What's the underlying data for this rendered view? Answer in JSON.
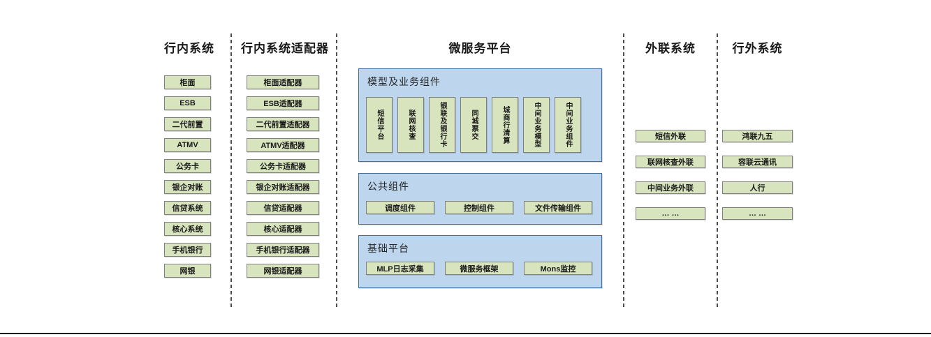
{
  "diagram": {
    "columns": [
      {
        "id": "internal-systems",
        "title": "行内系统",
        "items": [
          "柜面",
          "ESB",
          "二代前置",
          "ATMV",
          "公务卡",
          "银企对账",
          "信贷系统",
          "核心系统",
          "手机银行",
          "网银"
        ]
      },
      {
        "id": "internal-system-adapters",
        "title": "行内系统适配器",
        "items": [
          "柜面适配器",
          "ESB适配器",
          "二代前置适配器",
          "ATMV适配器",
          "公务卡适配器",
          "银企对账适配器",
          "信贷适配器",
          "核心适配器",
          "手机银行适配器",
          "网银适配器"
        ]
      },
      {
        "id": "microservice-platform",
        "title": "微服务平台",
        "sections": [
          {
            "title": "模型及业务组件",
            "orientation": "vertical",
            "items": [
              "短信平台",
              "联网核查",
              "银联及银行卡",
              "同城票交",
              "城商行清算",
              "中间业务模型",
              "中间业务组件"
            ]
          },
          {
            "title": "公共组件",
            "orientation": "horizontal",
            "items": [
              "调度组件",
              "控制组件",
              "文件传输组件"
            ]
          },
          {
            "title": "基础平台",
            "orientation": "horizontal",
            "items": [
              "MLP日志采集",
              "微服务框架",
              "Mons监控"
            ]
          }
        ]
      },
      {
        "id": "outreach-systems",
        "title": "外联系统",
        "items": [
          "短信外联",
          "联网核查外联",
          "中间业务外联",
          "… …"
        ]
      },
      {
        "id": "external-systems",
        "title": "行外系统",
        "items": [
          "鸿联九五",
          "容联云通讯",
          "人行",
          "… …"
        ]
      }
    ],
    "colors": {
      "node_fill": "#d8e4bd",
      "node_border": "#7f7f7f",
      "panel_fill": "#bdd6ee",
      "panel_border": "#41719c",
      "divider": "#4d4d4d",
      "baseline": "#000000"
    }
  }
}
